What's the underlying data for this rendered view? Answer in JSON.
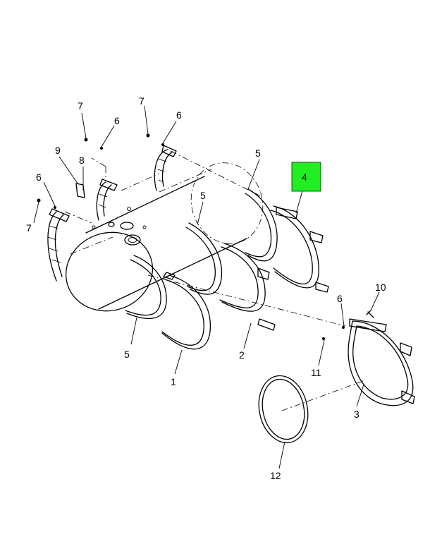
{
  "diagram": {
    "highlight_color": "#22ee22",
    "callouts": [
      {
        "id": "c7a",
        "text": "7"
      },
      {
        "id": "c6a",
        "text": "6"
      },
      {
        "id": "c7b",
        "text": "7"
      },
      {
        "id": "c6b",
        "text": "6"
      },
      {
        "id": "c9",
        "text": "9"
      },
      {
        "id": "c8",
        "text": "8"
      },
      {
        "id": "c6c",
        "text": "6"
      },
      {
        "id": "c7c",
        "text": "7"
      },
      {
        "id": "c5a",
        "text": "5"
      },
      {
        "id": "c4",
        "text": "4"
      },
      {
        "id": "c5b",
        "text": "5"
      },
      {
        "id": "c10",
        "text": "10"
      },
      {
        "id": "c6d",
        "text": "6"
      },
      {
        "id": "c5c",
        "text": "5"
      },
      {
        "id": "c2",
        "text": "2"
      },
      {
        "id": "c11",
        "text": "11"
      },
      {
        "id": "c1",
        "text": "1"
      },
      {
        "id": "c3",
        "text": "3"
      },
      {
        "id": "c12",
        "text": "12"
      }
    ]
  }
}
